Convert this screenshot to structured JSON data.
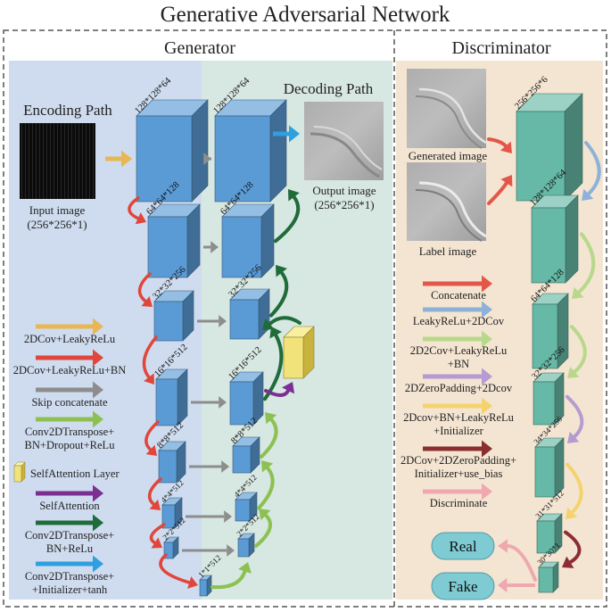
{
  "title": "Generative Adversarial Network",
  "generator": {
    "title": "Generator",
    "encoding_label": "Encoding Path",
    "decoding_label": "Decoding Path",
    "input_caption": "Input image",
    "input_size": "(256*256*1)",
    "output_caption": "Output image",
    "output_size": "(256*256*1)",
    "enc_dims": [
      "128*128*64",
      "64*64*128",
      "32*32*256",
      "16*16*512",
      "8*8*512",
      "4*4*512",
      "2*2*512",
      "1*1*512"
    ],
    "dec_dims": [
      "128*128*64",
      "64*64*128",
      "32*32*256",
      "16*16*512",
      "8*8*512",
      "4*4*512",
      "2*2*512"
    ],
    "legend": [
      {
        "label": "2DCov+LeakyReLu",
        "color": "#e8b654",
        "kind": "arrow"
      },
      {
        "label": "2DCov+LeakyReLu+BN",
        "color": "#e0463b",
        "kind": "arrow"
      },
      {
        "label": "Skip concatenate",
        "color": "#8d8d8d",
        "kind": "arrow"
      },
      {
        "label": "Conv2DTranspose+\nBN+Dropout+ReLu",
        "color": "#8cc152",
        "kind": "arrow"
      },
      {
        "label": "SelfAttention Layer",
        "color": "#f2e27a",
        "kind": "cube"
      },
      {
        "label": "SelfAttention",
        "color": "#7b2f93",
        "kind": "arrow"
      },
      {
        "label": "Conv2DTranspose+\nBN+ReLu",
        "color": "#1f6b3a",
        "kind": "arrow"
      },
      {
        "label": "Conv2DTranspose+\n+Initializer+tanh",
        "color": "#2fa0df",
        "kind": "arrow"
      }
    ]
  },
  "discriminator": {
    "title": "Discriminator",
    "generated_caption": "Generated image",
    "label_caption": "Label image",
    "dims": [
      "256*256*6",
      "128*128*64",
      "64*64*128",
      "32*32*256",
      "34*34*256",
      "31*31*512",
      "30*30*1"
    ],
    "legend": [
      {
        "label": "Concatenate",
        "color": "#e3574b"
      },
      {
        "label": "LeakyReLu+2DCov",
        "color": "#8eb1d8"
      },
      {
        "label": "2D2Cov+LeakyReLu\n+BN",
        "color": "#b8d88b"
      },
      {
        "label": "2DZeroPadding+2Dcov",
        "color": "#b59bd1"
      },
      {
        "label": "2Dcov+BN+LeakyReLu\n+Initializer",
        "color": "#f4d36e"
      },
      {
        "label": "2DCov+2DZeroPadding+\nInitializer+use_bias",
        "color": "#8b2e32"
      },
      {
        "label": "Discriminate",
        "color": "#f0a8b0"
      }
    ],
    "outputs": [
      "Real",
      "Fake"
    ]
  },
  "colors": {
    "generator_bg_left": "#cfdcef",
    "generator_bg_right": "#d7e7e1",
    "discriminator_bg": "#f4e5d2",
    "gen_cube": "#5b9bd5",
    "disc_cube": "#66b9a6"
  }
}
